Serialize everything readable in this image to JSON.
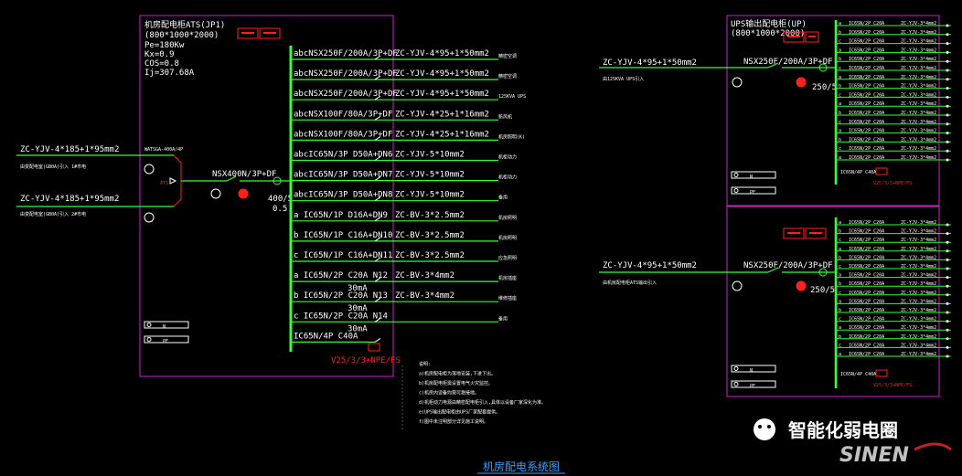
{
  "left_panel": {
    "title_lines": [
      "机房配电柜ATS(JP1)",
      "(800*1000*2000)",
      "Pe=180Kw",
      "Kx=0.9",
      "COS=0.8",
      "Ij=307.68A"
    ],
    "red_boxes": [
      "",
      ""
    ],
    "incoming": [
      {
        "cable": "ZC-YJV-4*185+1*95mm2",
        "note": "由变配电室(GB0A)引入 1#市电"
      },
      {
        "cable": "ZC-YJV-4*185+1*95mm2",
        "note": "由变配电室(GB0A)引入 2#市电"
      }
    ],
    "ats_label": "WATSGA-400A/4P",
    "ats_tag": "ATS",
    "main_breaker": "NSX400N/3P+DF",
    "ct_label": "400/5",
    "ct_sub": "0.5",
    "n_label": "N",
    "pe_label": "PE",
    "feeders": [
      {
        "breaker": "abcNSX250F/200A/3P+DF",
        "cable": "ZC-YJV-4*95+1*50mm2",
        "dest": "精密空调"
      },
      {
        "breaker": "abcNSX250F/200A/3P+DF",
        "cable": "ZC-YJV-4*95+1*50mm2",
        "dest": "精密空调"
      },
      {
        "breaker": "abcNSX250F/200A/3P+DF",
        "cable": "ZC-YJV-4*95+1*50mm2",
        "dest": "125KVA UPS"
      },
      {
        "breaker": "abcNSX100F/80A/3P+DF",
        "cable": "ZC-YJV-4*25+1*16mm2",
        "dest": "新风机"
      },
      {
        "breaker": "abcNSX100F/80A/3P+DF",
        "cable": "ZC-YJV-4*25+1*16mm2",
        "dest": "机房照明(K)"
      },
      {
        "breaker": "abcIC65N/3P  D50A+DN6",
        "cable": "ZC-YJV-5*10mm2",
        "dest": "机柜动力"
      },
      {
        "breaker": "abcIC65N/3P  D50A+DN7",
        "cable": "ZC-YJV-5*10mm2",
        "dest": "机柜动力"
      },
      {
        "breaker": "abcIC65N/3P  D50A+DN8",
        "cable": "ZC-YJV-5*10mm2",
        "dest": "备用"
      },
      {
        "breaker": "a   IC65N/1P  D16A+DN9",
        "cable": "ZC-BV-3*2.5mm2",
        "dest": "机房照明"
      },
      {
        "breaker": "b   IC65N/1P  C16A+DN10",
        "cable": "ZC-BV-3*2.5mm2",
        "dest": "机房照明"
      },
      {
        "breaker": "c   IC65N/1P  C16A+DN11",
        "cable": "ZC-BV-3*2.5mm2",
        "dest": "应急照明"
      },
      {
        "breaker": "a   IC65N/2P  C20A   N12",
        "cable": "ZC-BV-3*4mm2",
        "dest": "机房插座"
      },
      {
        "breaker": "b   IC65N/2P  C20A   N13",
        "cable": "ZC-BV-3*4mm2",
        "dest": "维修插座"
      },
      {
        "breaker": "c   IC65N/2P  C20A   N14",
        "cable": "",
        "dest": "备用"
      },
      {
        "breaker": "    IC65N/4P  C40A",
        "cable": "",
        "dest": ""
      }
    ],
    "rcd_label": "30mA",
    "spd_label": "V25/3/3+NPE/FS"
  },
  "notes": [
    "说明:",
    "a)机房配电柜为落地安装,下进下出。",
    "b)机房配电柜需设置电气火灾监控。",
    "c)机房内设备均需可靠接地。",
    "d)机柜动力电源由精密配电柜引入,具体以设备厂家深化为准。",
    "e)UPS输出配电柜由UPS厂家配套提供。",
    "f)图中未注明部分详见施工说明。"
  ],
  "ups_top": {
    "title_lines": [
      "UPS输出配电柜(UP)",
      "(800*1000*2000)"
    ],
    "incoming_cable": "ZC-YJV-4*95+1*50mm2",
    "incoming_note": "由125KVA UPS引入",
    "breaker": "NSX250F/200A/3P+DF",
    "ct": "250/5",
    "n_label": "N",
    "pe_label": "PE",
    "outputs_prefix": [
      "a",
      "b",
      "c",
      "a",
      "b",
      "c",
      "a",
      "b",
      "c",
      "a",
      "b",
      "c"
    ],
    "output_breaker": "IC65N/2P C20A",
    "output_cable": "ZC-YJV-3*4mm2",
    "spd": "V25/3/3+NPE/FS",
    "spd_tag": "IC65N/4P C40A"
  },
  "ups_bottom": {
    "incoming_cable": "ZC-YJV-4*95+1*50mm2",
    "incoming_note": "由机房配电柜ATS输出引入",
    "breaker": "NSX250F/200A/3P+DF",
    "ct": "250/5",
    "n_label": "N",
    "pe_label": "PE",
    "spd": "V25/3/3+NPE/FS",
    "spd_tag": "IC65N/4P C40A"
  },
  "diagram_title": "机房配电系统图",
  "watermark": {
    "brand": "智能化弱电圈",
    "logo": "SINEN"
  },
  "colors": {
    "bus": "#33ff33",
    "frame": "#d020d0",
    "alarm": "#ff2020",
    "title": "#33a0ff"
  }
}
